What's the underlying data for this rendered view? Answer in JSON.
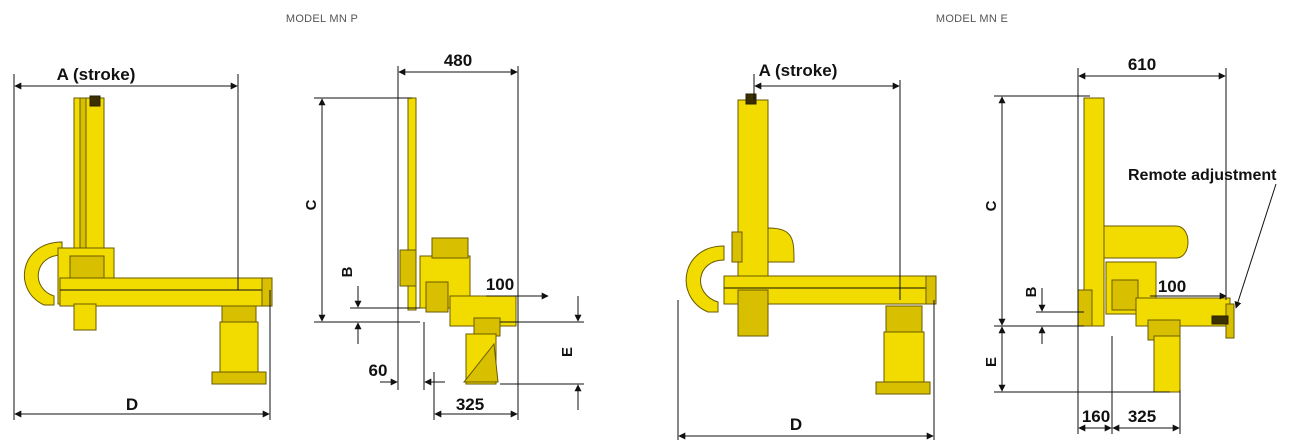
{
  "models": [
    {
      "title": "MODEL MN P",
      "labels": {
        "a": "A (stroke)",
        "d": "D",
        "c": "C",
        "b": "B",
        "e": "E"
      },
      "dims": {
        "width": "480",
        "offset": "100",
        "left": "60",
        "base": "325"
      }
    },
    {
      "title": "MODEL MN E",
      "labels": {
        "a": "A (stroke)",
        "d": "D",
        "c": "C",
        "b": "B",
        "e": "E"
      },
      "dims": {
        "width": "610",
        "offset": "100",
        "left": "160",
        "base": "325"
      },
      "callout": "Remote adjustment"
    }
  ],
  "colors": {
    "robot": "#f2dc00",
    "outline": "#6a5a00",
    "dimension_line": "#111111"
  }
}
